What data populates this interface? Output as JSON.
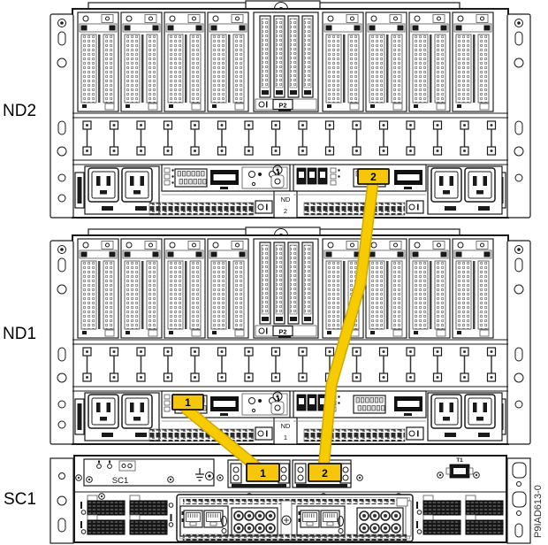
{
  "page": {
    "background": "#ffffff"
  },
  "labels": {
    "nd2": "ND2",
    "nd1": "ND1",
    "sc1": "SC1"
  },
  "figure_id": "P9IAD613-0",
  "nd2": {
    "bay_label": "P2",
    "tag_line1": "ND",
    "tag_line2": "2",
    "port_callout": "2"
  },
  "nd1": {
    "bay_label": "P2",
    "tag_line1": "ND",
    "tag_line2": "1",
    "port_callout": "1"
  },
  "sc1": {
    "panel_label": "SC1",
    "t1_port_label": "T1",
    "port1_callout": "1",
    "port2_callout": "2"
  },
  "colors": {
    "callout_yellow": "#F5C60A",
    "cable_yellow": "#F6CB00",
    "cable_edge": "#D2A800",
    "line_color": "#1A1A1A"
  }
}
